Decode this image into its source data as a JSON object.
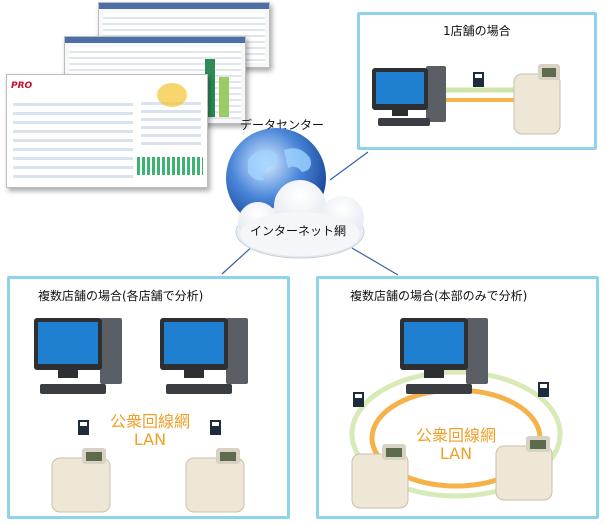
{
  "data_center_label": "データセンター",
  "internet_label": "インターネット網",
  "software_logo": "PRO",
  "panels": {
    "single_store": {
      "title": "1店舗の場合"
    },
    "multi_each": {
      "title": "複数店舗の場合(各店舗で分析)",
      "network_line1": "公衆回線網",
      "network_line2": "LAN"
    },
    "multi_hq": {
      "title": "複数店舗の場合(本部のみで分析)",
      "network_line1": "公衆回線網",
      "network_line2": "LAN"
    }
  },
  "colors": {
    "panel_border": "#8fd3ea",
    "network_text": "#f0a02a",
    "link_green": "#cfe4a8",
    "link_orange": "#f5b24a"
  }
}
